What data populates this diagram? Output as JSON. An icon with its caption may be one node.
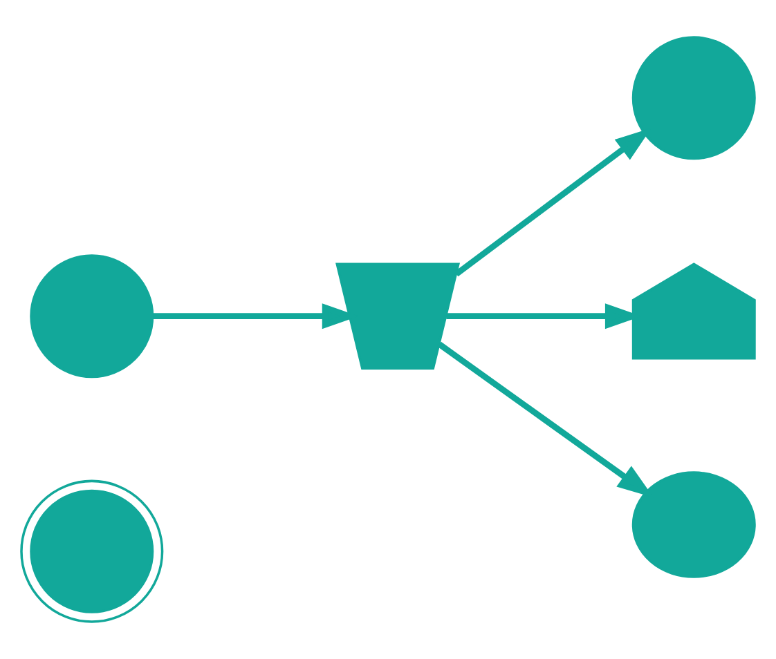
{
  "diagram": {
    "nodes": [
      {
        "text": [],
        "shape": "network"
      },
      {
        "text": [],
        "shape": "person"
      },
      {
        "text": [],
        "shape": "cart"
      },
      {
        "text": [],
        "shape": "person"
      },
      {
        "text": [],
        "shape": "store"
      },
      {
        "text": [],
        "shape": "handshake"
      }
    ],
    "edges": [
      {
        "from": 1,
        "to": 2,
        "arrow": "to"
      },
      {
        "from": 2,
        "to": 3,
        "arrow": "to"
      },
      {
        "from": 2,
        "to": 4,
        "arrow": "to"
      },
      {
        "from": 2,
        "to": 5,
        "arrow": "to"
      }
    ]
  }
}
